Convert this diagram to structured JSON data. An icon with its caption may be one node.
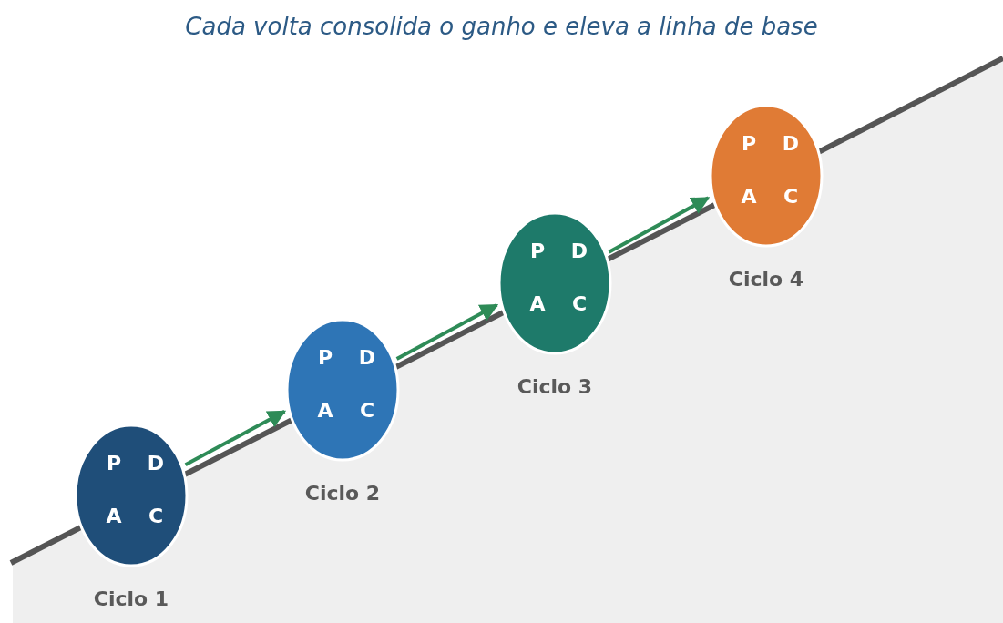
{
  "diagram": {
    "title": "Cada volta consolida o ganho e eleva a linha de base",
    "nodes": [
      {
        "text": [
          "P",
          "D",
          "A",
          "C"
        ],
        "beside": [
          "Ciclo 1"
        ]
      },
      {
        "text": [
          "P",
          "D",
          "A",
          "C"
        ],
        "beside": [
          "Ciclo 2"
        ]
      },
      {
        "text": [
          "P",
          "D",
          "A",
          "C"
        ],
        "beside": [
          "Ciclo 3"
        ]
      },
      {
        "text": [
          "P",
          "D",
          "A",
          "C"
        ],
        "beside": [
          "Ciclo 4"
        ]
      }
    ],
    "edges": [
      {
        "from": 0,
        "to": 1,
        "arrow": "to"
      },
      {
        "from": 1,
        "to": 2,
        "arrow": "to"
      },
      {
        "from": 2,
        "to": 3,
        "arrow": "to"
      }
    ]
  }
}
